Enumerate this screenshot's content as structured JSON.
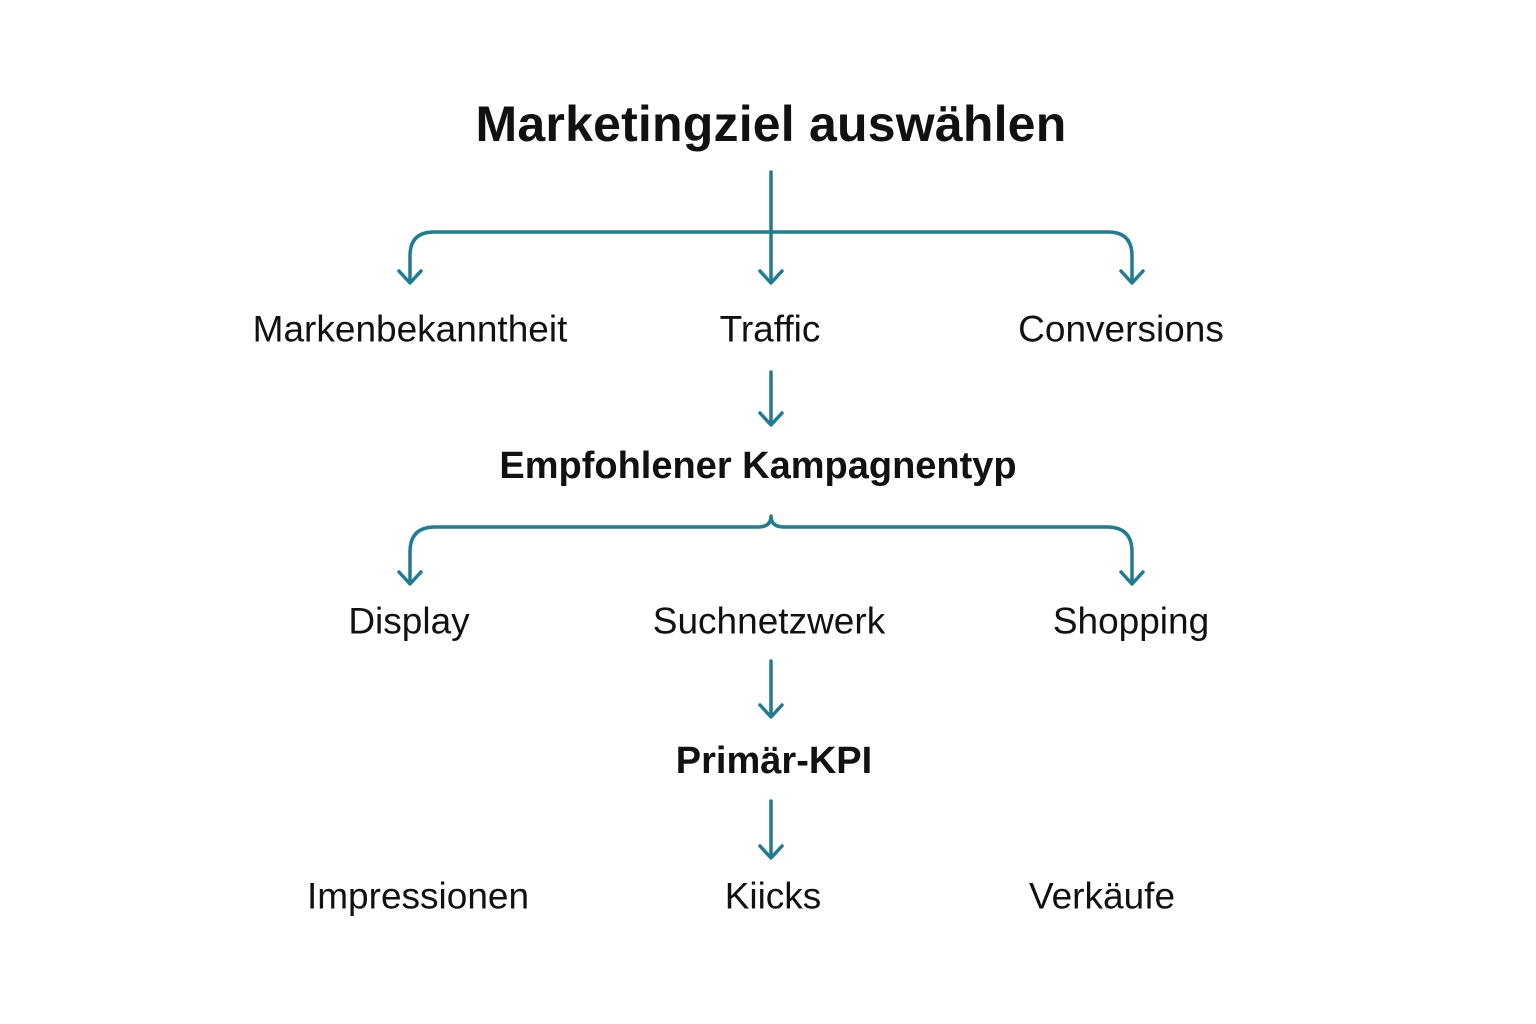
{
  "title": "Marketingziel auswählen",
  "goals": [
    "Markenbekanntheit",
    "Traffic",
    "Conversions"
  ],
  "campaign_heading": "Empfohlener Kampagnentyp",
  "campaign_types": [
    "Display",
    "Suchnetzwerk",
    "Shopping"
  ],
  "kpi_heading": "Primär-KPI",
  "kpis": [
    "Impressionen",
    "Kiicks",
    "Verkäufe"
  ],
  "colors": {
    "arrow": "#1f7c91",
    "text": "#111111",
    "background": "#ffffff"
  }
}
